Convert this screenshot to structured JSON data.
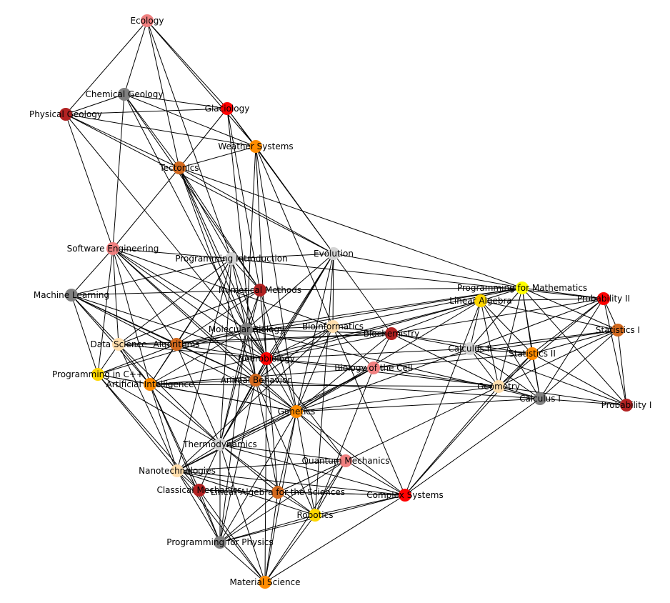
{
  "graph": {
    "title": "Course network",
    "colors": {
      "lightcoral": "#f08080",
      "gray": "#808080",
      "firebrick": "#b22222",
      "red": "#ff0000",
      "darkorange": "#ff8c00",
      "chocolate": "#d2691e",
      "lightgray": "#d3d3d3",
      "gold": "#ffd700",
      "yellow": "#ffff00",
      "navajowhite": "#ffdead"
    },
    "nodes": [
      {
        "label": "Ecology",
        "color": "lightcoral"
      },
      {
        "label": "Chemical Geology",
        "color": "gray"
      },
      {
        "label": "Physical Geology",
        "color": "firebrick"
      },
      {
        "label": "Glaciology",
        "color": "red"
      },
      {
        "label": "Weather Systems",
        "color": "darkorange"
      },
      {
        "label": "Tectonics",
        "color": "chocolate"
      },
      {
        "label": "Software Engineering",
        "color": "lightcoral"
      },
      {
        "label": "Programming Introduction",
        "color": "lightgray"
      },
      {
        "label": "Evolution",
        "color": "lightgray"
      },
      {
        "label": "Machine Learning",
        "color": "gray"
      },
      {
        "label": "Numerical Methods",
        "color": "firebrick"
      },
      {
        "label": "Programming for Mathematics",
        "color": "yellow"
      },
      {
        "label": "Linear Algebra",
        "color": "gold"
      },
      {
        "label": "Probability II",
        "color": "red"
      },
      {
        "label": "Molecular Biology",
        "color": "gray"
      },
      {
        "label": "Bioinformatics",
        "color": "navajowhite"
      },
      {
        "label": "Biochemistry",
        "color": "firebrick"
      },
      {
        "label": "Statistics I",
        "color": "chocolate"
      },
      {
        "label": "Data Science",
        "color": "navajowhite"
      },
      {
        "label": "Algorithms",
        "color": "chocolate"
      },
      {
        "label": "Calculus II",
        "color": "lightgray"
      },
      {
        "label": "Statistics II",
        "color": "darkorange"
      },
      {
        "label": "Neurobiology",
        "color": "red"
      },
      {
        "label": "Biology of the Cell",
        "color": "lightcoral"
      },
      {
        "label": "Programming in C++",
        "color": "gold"
      },
      {
        "label": "Artificial Intelligence",
        "color": "darkorange"
      },
      {
        "label": "Animal Behavior",
        "color": "chocolate"
      },
      {
        "label": "Geometry",
        "color": "navajowhite"
      },
      {
        "label": "Calculus I",
        "color": "gray"
      },
      {
        "label": "Probability I",
        "color": "firebrick"
      },
      {
        "label": "Genetics",
        "color": "darkorange"
      },
      {
        "label": "Thermodynamics",
        "color": "lightgray"
      },
      {
        "label": "Quantum Mechanics",
        "color": "lightcoral"
      },
      {
        "label": "Nanotechnologies",
        "color": "navajowhite"
      },
      {
        "label": "Classical Mechanics",
        "color": "firebrick"
      },
      {
        "label": "Linear Algebra for the Sciences",
        "color": "chocolate"
      },
      {
        "label": "Complex Systems",
        "color": "red"
      },
      {
        "label": "Robotics",
        "color": "gold"
      },
      {
        "label": "Programming for Physics",
        "color": "gray"
      },
      {
        "label": "Material Science",
        "color": "darkorange"
      }
    ],
    "edges": [
      [
        0,
        1
      ],
      [
        0,
        2
      ],
      [
        0,
        3
      ],
      [
        0,
        4
      ],
      [
        0,
        5
      ],
      [
        0,
        7
      ],
      [
        1,
        2
      ],
      [
        1,
        3
      ],
      [
        1,
        4
      ],
      [
        1,
        5
      ],
      [
        1,
        6
      ],
      [
        1,
        14
      ],
      [
        1,
        10
      ],
      [
        2,
        3
      ],
      [
        2,
        4
      ],
      [
        2,
        5
      ],
      [
        2,
        6
      ],
      [
        2,
        8
      ],
      [
        2,
        22
      ],
      [
        3,
        4
      ],
      [
        3,
        5
      ],
      [
        3,
        8
      ],
      [
        3,
        26
      ],
      [
        3,
        10
      ],
      [
        4,
        5
      ],
      [
        4,
        8
      ],
      [
        4,
        14
      ],
      [
        4,
        22
      ],
      [
        4,
        30
      ],
      [
        4,
        36
      ],
      [
        5,
        6
      ],
      [
        5,
        7
      ],
      [
        5,
        14
      ],
      [
        5,
        22
      ],
      [
        5,
        10
      ],
      [
        5,
        26
      ],
      [
        5,
        11
      ],
      [
        5,
        8
      ],
      [
        6,
        7
      ],
      [
        6,
        9
      ],
      [
        6,
        18
      ],
      [
        6,
        19
      ],
      [
        6,
        24
      ],
      [
        6,
        25
      ],
      [
        6,
        22
      ],
      [
        6,
        14
      ],
      [
        6,
        26
      ],
      [
        6,
        30
      ],
      [
        6,
        15
      ],
      [
        7,
        8
      ],
      [
        7,
        9
      ],
      [
        7,
        10
      ],
      [
        7,
        19
      ],
      [
        7,
        31
      ],
      [
        7,
        22
      ],
      [
        7,
        14
      ],
      [
        7,
        13
      ],
      [
        7,
        25
      ],
      [
        7,
        18
      ],
      [
        7,
        33
      ],
      [
        8,
        15
      ],
      [
        8,
        22
      ],
      [
        8,
        26
      ],
      [
        8,
        30
      ],
      [
        8,
        11
      ],
      [
        8,
        16
      ],
      [
        8,
        31
      ],
      [
        8,
        37
      ],
      [
        8,
        14
      ],
      [
        9,
        18
      ],
      [
        9,
        24
      ],
      [
        9,
        25
      ],
      [
        9,
        22
      ],
      [
        9,
        10
      ],
      [
        9,
        19
      ],
      [
        9,
        30
      ],
      [
        9,
        26
      ],
      [
        10,
        11
      ],
      [
        10,
        22
      ],
      [
        10,
        31
      ],
      [
        10,
        19
      ],
      [
        10,
        18
      ],
      [
        10,
        14
      ],
      [
        10,
        30
      ],
      [
        11,
        12
      ],
      [
        11,
        13
      ],
      [
        11,
        17
      ],
      [
        11,
        20
      ],
      [
        11,
        21
      ],
      [
        11,
        27
      ],
      [
        11,
        28
      ],
      [
        11,
        29
      ],
      [
        11,
        14
      ],
      [
        11,
        19
      ],
      [
        11,
        15
      ],
      [
        12,
        13
      ],
      [
        12,
        17
      ],
      [
        12,
        20
      ],
      [
        12,
        21
      ],
      [
        12,
        27
      ],
      [
        12,
        28
      ],
      [
        12,
        16
      ],
      [
        12,
        22
      ],
      [
        12,
        25
      ],
      [
        12,
        30
      ],
      [
        12,
        36
      ],
      [
        13,
        20
      ],
      [
        13,
        21
      ],
      [
        13,
        27
      ],
      [
        13,
        28
      ],
      [
        13,
        29
      ],
      [
        13,
        17
      ],
      [
        13,
        16
      ],
      [
        14,
        15
      ],
      [
        14,
        16
      ],
      [
        14,
        22
      ],
      [
        14,
        26
      ],
      [
        14,
        19
      ],
      [
        14,
        24
      ],
      [
        14,
        25
      ],
      [
        14,
        31
      ],
      [
        14,
        38
      ],
      [
        14,
        28
      ],
      [
        14,
        32
      ],
      [
        15,
        16
      ],
      [
        15,
        22
      ],
      [
        15,
        23
      ],
      [
        15,
        30
      ],
      [
        15,
        33
      ],
      [
        15,
        26
      ],
      [
        16,
        20
      ],
      [
        16,
        21
      ],
      [
        16,
        22
      ],
      [
        16,
        23
      ],
      [
        16,
        30
      ],
      [
        16,
        27
      ],
      [
        16,
        18
      ],
      [
        17,
        20
      ],
      [
        17,
        21
      ],
      [
        17,
        27
      ],
      [
        17,
        28
      ],
      [
        17,
        29
      ],
      [
        17,
        23
      ],
      [
        18,
        19
      ],
      [
        18,
        24
      ],
      [
        18,
        25
      ],
      [
        18,
        22
      ],
      [
        18,
        31
      ],
      [
        18,
        33
      ],
      [
        19,
        22
      ],
      [
        19,
        25
      ],
      [
        19,
        26
      ],
      [
        19,
        24
      ],
      [
        19,
        31
      ],
      [
        19,
        16
      ],
      [
        20,
        21
      ],
      [
        20,
        27
      ],
      [
        20,
        28
      ],
      [
        20,
        29
      ],
      [
        20,
        22
      ],
      [
        20,
        30
      ],
      [
        21,
        27
      ],
      [
        21,
        28
      ],
      [
        21,
        29
      ],
      [
        21,
        36
      ],
      [
        21,
        23
      ],
      [
        22,
        23
      ],
      [
        22,
        26
      ],
      [
        22,
        30
      ],
      [
        22,
        31
      ],
      [
        22,
        27
      ],
      [
        22,
        39
      ],
      [
        22,
        35
      ],
      [
        23,
        30
      ],
      [
        23,
        27
      ],
      [
        23,
        31
      ],
      [
        23,
        33
      ],
      [
        23,
        37
      ],
      [
        23,
        25
      ],
      [
        24,
        25
      ],
      [
        24,
        33
      ],
      [
        24,
        34
      ],
      [
        24,
        31
      ],
      [
        24,
        30
      ],
      [
        25,
        26
      ],
      [
        25,
        33
      ],
      [
        25,
        34
      ],
      [
        25,
        31
      ],
      [
        25,
        30
      ],
      [
        25,
        27
      ],
      [
        25,
        38
      ],
      [
        26,
        30
      ],
      [
        26,
        31
      ],
      [
        26,
        35
      ],
      [
        26,
        37
      ],
      [
        26,
        38
      ],
      [
        26,
        28
      ],
      [
        27,
        28
      ],
      [
        27,
        29
      ],
      [
        27,
        30
      ],
      [
        27,
        36
      ],
      [
        27,
        32
      ],
      [
        28,
        29
      ],
      [
        28,
        36
      ],
      [
        28,
        30
      ],
      [
        30,
        31
      ],
      [
        30,
        32
      ],
      [
        30,
        35
      ],
      [
        30,
        36
      ],
      [
        30,
        37
      ],
      [
        30,
        38
      ],
      [
        30,
        39
      ],
      [
        30,
        33
      ],
      [
        31,
        32
      ],
      [
        31,
        33
      ],
      [
        31,
        34
      ],
      [
        31,
        35
      ],
      [
        31,
        36
      ],
      [
        31,
        37
      ],
      [
        31,
        38
      ],
      [
        31,
        39
      ],
      [
        32,
        33
      ],
      [
        32,
        35
      ],
      [
        32,
        36
      ],
      [
        32,
        37
      ],
      [
        32,
        38
      ],
      [
        32,
        39
      ],
      [
        33,
        34
      ],
      [
        33,
        35
      ],
      [
        33,
        36
      ],
      [
        33,
        37
      ],
      [
        33,
        38
      ],
      [
        33,
        39
      ],
      [
        34,
        35
      ],
      [
        34,
        38
      ],
      [
        34,
        39
      ],
      [
        34,
        36
      ],
      [
        35,
        36
      ],
      [
        35,
        37
      ],
      [
        35,
        38
      ],
      [
        35,
        39
      ],
      [
        36,
        37
      ],
      [
        36,
        38
      ],
      [
        36,
        39
      ],
      [
        37,
        38
      ],
      [
        37,
        39
      ],
      [
        38,
        39
      ]
    ]
  }
}
